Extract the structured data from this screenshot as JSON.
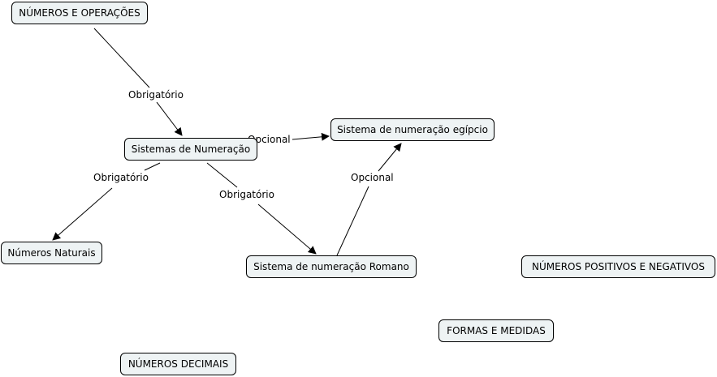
{
  "colors": {
    "node_fill": "#eef3f4",
    "line": "#000000",
    "text": "#000000"
  },
  "nodes": {
    "numeros_operacoes": "NÚMEROS E OPERAÇÕES",
    "sistemas_numeracao": "Sistemas de Numeração",
    "egipcio": "Sistema de numeração egípcio",
    "naturais": "Números Naturais",
    "romano": "Sistema de numeração Romano",
    "positivos_negativos": "NÚMEROS POSITIVOS E NEGATIVOS",
    "formas_medidas": "FORMAS E MEDIDAS",
    "decimais": "NÚMEROS DECIMAIS"
  },
  "links": [
    {
      "from": "numeros_operacoes",
      "to": "sistemas_numeracao",
      "label": "Obrigatório"
    },
    {
      "from": "sistemas_numeracao",
      "to": "egipcio",
      "label": "Opcional"
    },
    {
      "from": "sistemas_numeracao",
      "to": "naturais",
      "label": "Obrigatório"
    },
    {
      "from": "sistemas_numeracao",
      "to": "romano",
      "label": "Obrigatório"
    },
    {
      "from": "romano",
      "to": "egipcio",
      "label": "Opcional"
    }
  ]
}
